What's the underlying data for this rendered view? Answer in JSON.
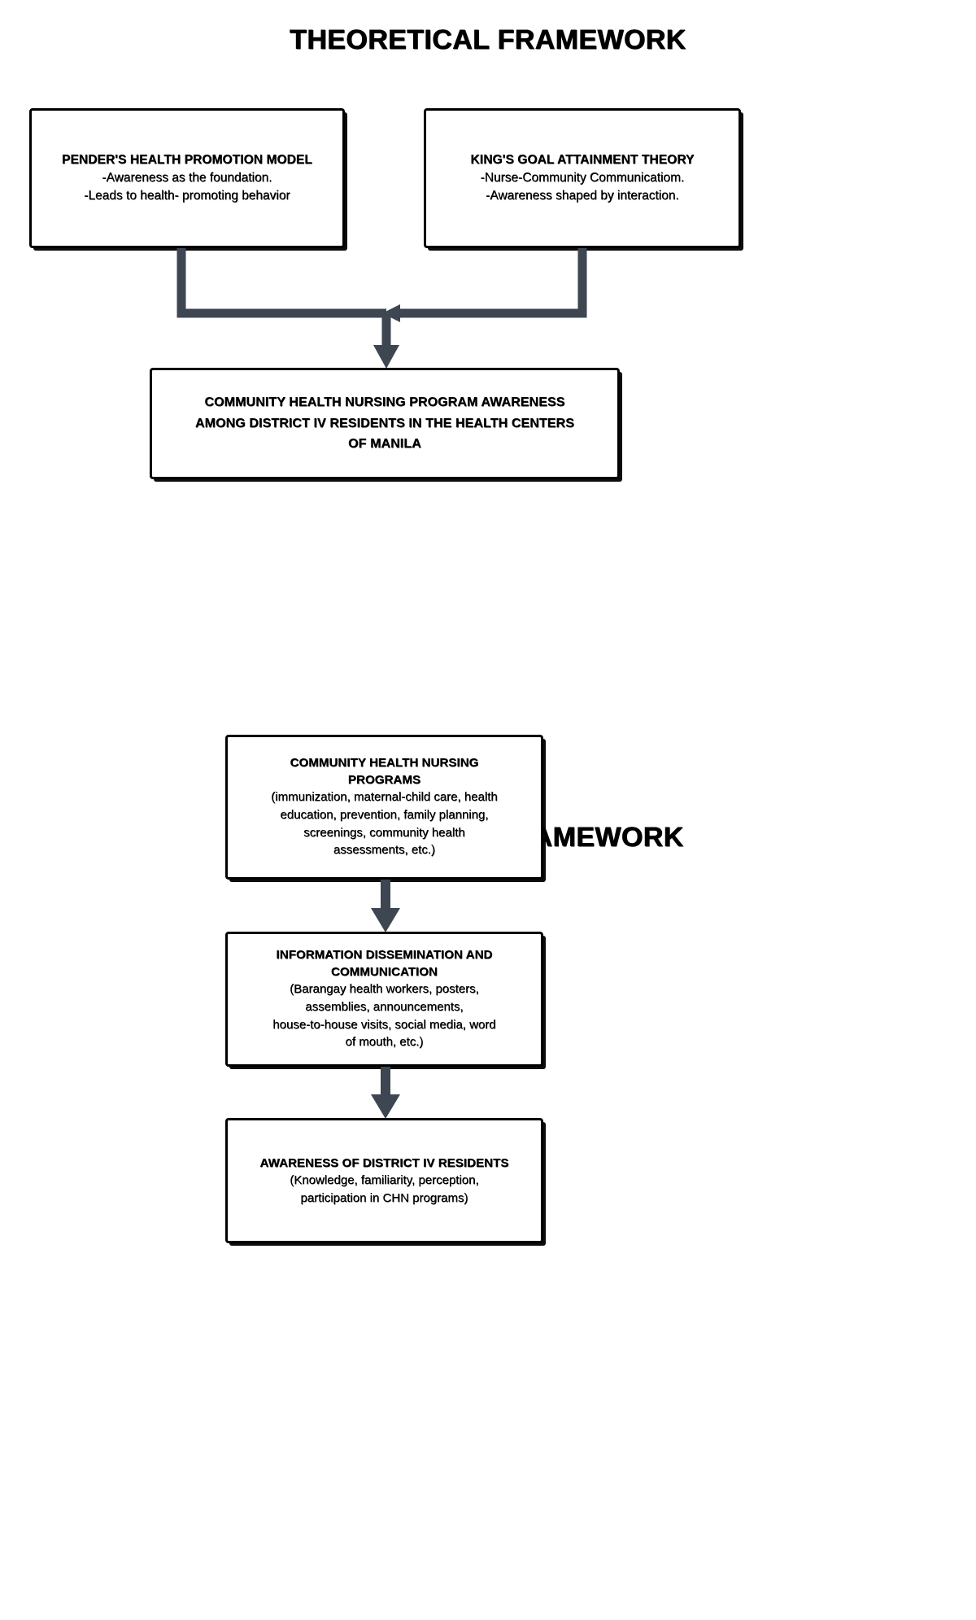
{
  "meta": {
    "connector_color": "#3d4651",
    "box_border_color": "#000000",
    "background_color": "#ffffff",
    "text_color": "#000000"
  },
  "theoretical": {
    "heading": "THEORETICAL FRAMEWORK",
    "pender_box": {
      "title": "PENDER'S HEALTH PROMOTION MODEL",
      "line1": "-Awareness as the foundation.",
      "line2": "-Leads to health- promoting behavior"
    },
    "king_box": {
      "title": "KING'S  GOAL ATTAINMENT THEORY",
      "line1": "-Nurse-Community Communicatiom.",
      "line2": "-Awareness shaped by interaction."
    },
    "outcome_box": {
      "line1": "COMMUNITY HEALTH NURSING PROGRAM AWARENESS",
      "line2": "AMONG DISTRICT IV RESIDENTS IN THE HEALTH CENTERS",
      "line3": "OF MANILA"
    }
  },
  "conceptual": {
    "heading": "CONCEPTUAL FRAMEWORK",
    "programs_box": {
      "title_line1": "COMMUNITY HEALTH NURSING",
      "title_line2": "PROGRAMS",
      "body_line1": "(immunization, maternal-child care, health",
      "body_line2": "education, prevention, family planning,",
      "body_line3": "screenings, community health",
      "body_line4": "assessments, etc.)"
    },
    "dissemination_box": {
      "title_line1": "INFORMATION DISSEMINATION AND",
      "title_line2": "COMMUNICATION",
      "body_line1": "(Barangay health workers, posters,",
      "body_line2": "assemblies, announcements,",
      "body_line3": "house-to-house visits, social media, word",
      "body_line4": "of mouth, etc.)"
    },
    "awareness_box": {
      "title": "AWARENESS OF DISTRICT IV RESIDENTS",
      "body_line1": "(Knowledge, familiarity, perception,",
      "body_line2": "participation in CHN programs)"
    }
  }
}
